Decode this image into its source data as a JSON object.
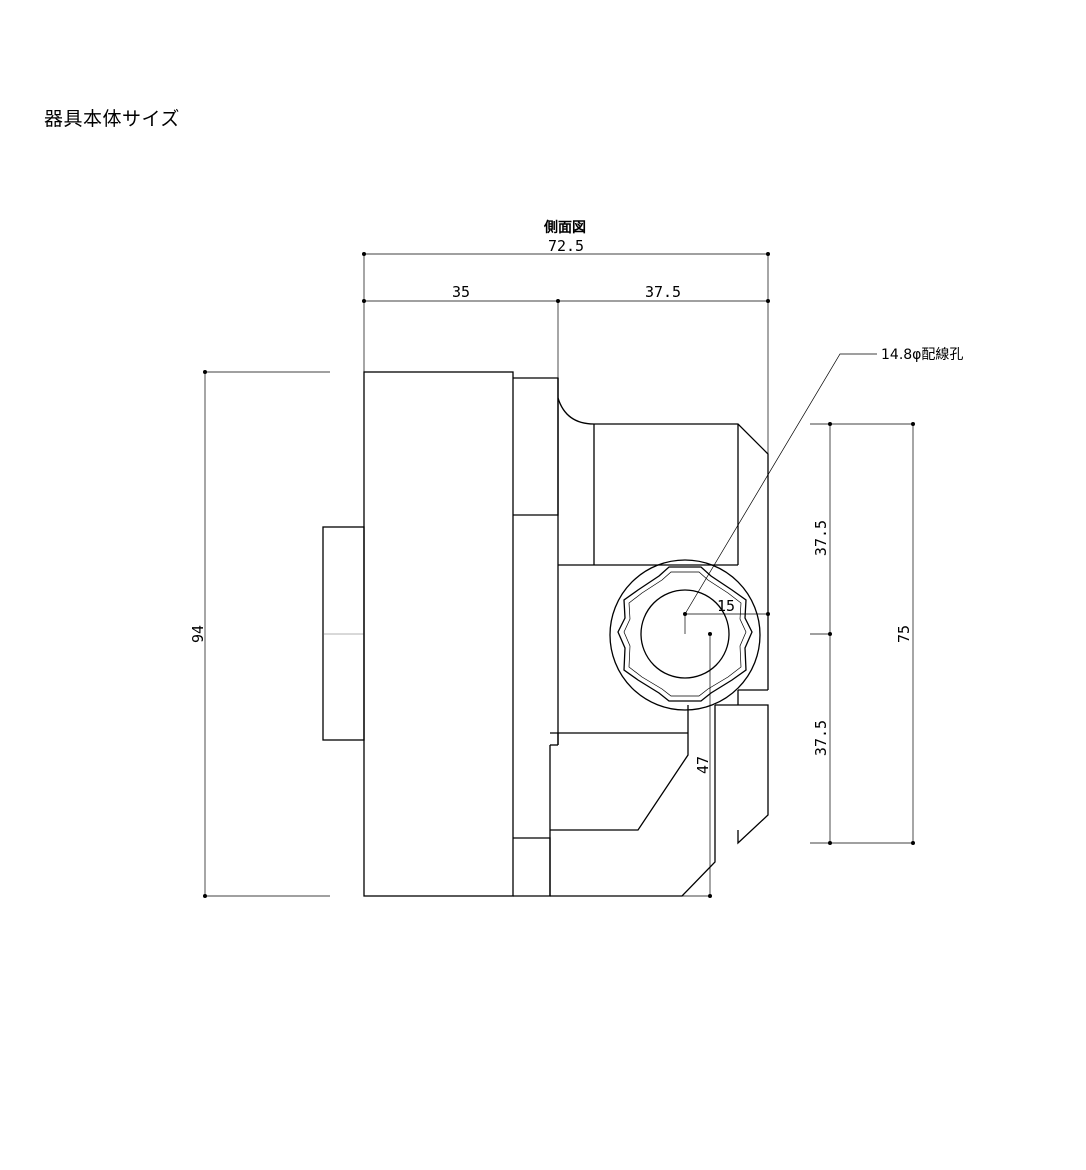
{
  "heading": "器具本体サイズ",
  "view_title": "側面図",
  "dimensions": {
    "overall_width": "72.5",
    "left_width": "35",
    "right_width": "37.5",
    "height": "94",
    "right_span": "75",
    "right_upper": "37.5",
    "right_lower": "37.5",
    "hole_offset": "15",
    "hole_height": "47"
  },
  "hole_note": "14.8φ配線孔"
}
